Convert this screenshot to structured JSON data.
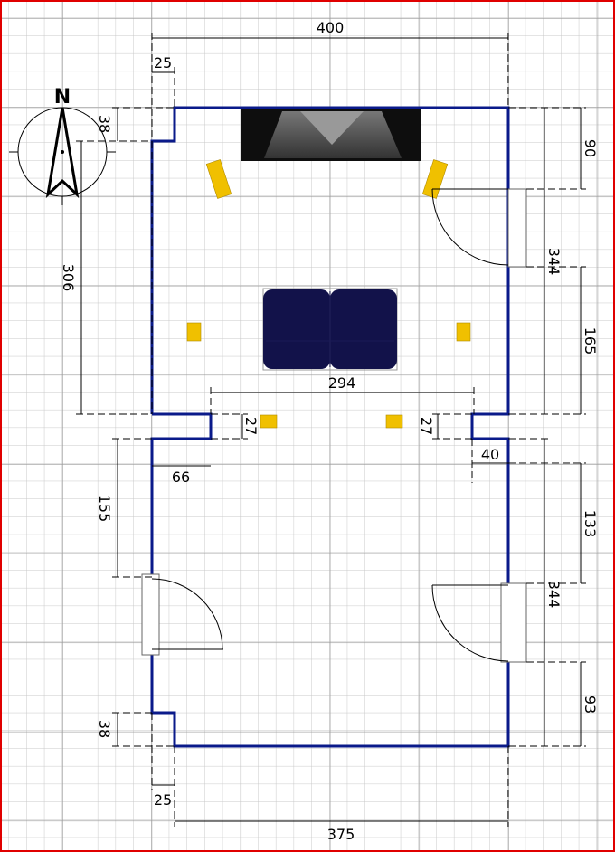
{
  "compass": {
    "label": "N"
  },
  "dimensions": {
    "top_width": "400",
    "top_notch_width": "25",
    "top_notch_depth": "38",
    "left_upper_height": "306",
    "sofa_span": "294",
    "left_opening": "27",
    "right_opening": "27",
    "left_stub": "66",
    "right_stub": "40",
    "left_door_offset": "155",
    "bottom_notch_depth": "38",
    "bottom_notch_width": "25",
    "bottom_width": "375",
    "right_top_offset": "90",
    "right_upper_height": "344",
    "right_door_gap": "165",
    "right_lower_offset": "133",
    "right_lower_height": "344",
    "right_bottom_offset": "93"
  },
  "colors": {
    "wall": "#0a1a8a",
    "light": "#f0c000",
    "sofa": "#12124a",
    "frame": "#e00000"
  }
}
